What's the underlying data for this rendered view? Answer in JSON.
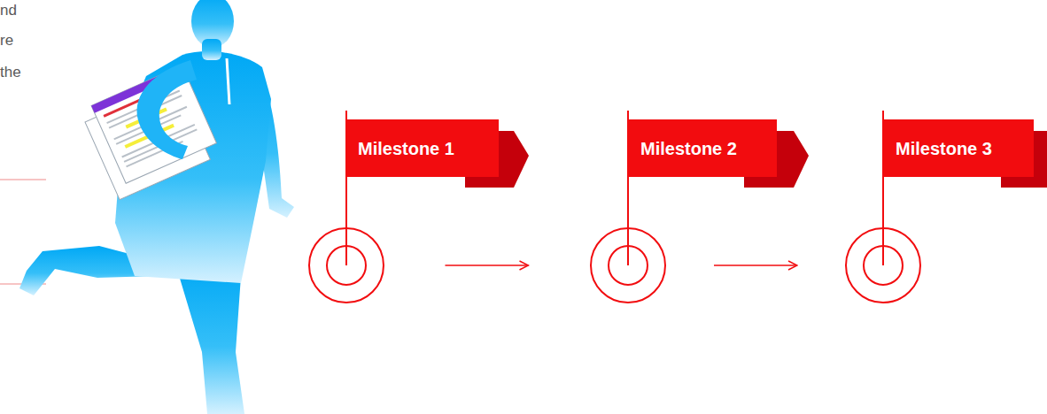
{
  "diagram": {
    "nodes": [
      {
        "text": [
          "Milestone 1"
        ]
      },
      {
        "text": [
          "Milestone 2"
        ]
      },
      {
        "text": [
          "Milestone 3"
        ]
      }
    ],
    "edges": [
      {
        "from": 0,
        "to": 1,
        "arrow": "to"
      },
      {
        "from": 1,
        "to": 2,
        "arrow": "to"
      }
    ],
    "labels": [
      "nd",
      "re",
      "the"
    ]
  }
}
